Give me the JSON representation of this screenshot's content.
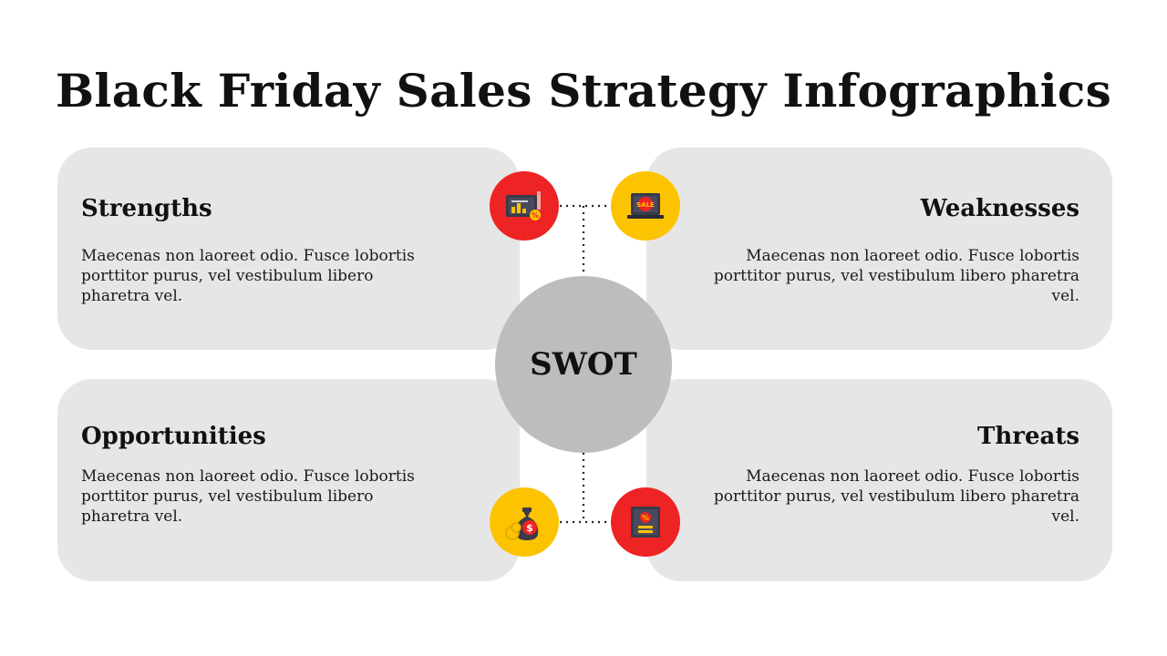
{
  "title": "Black Friday Sales Strategy Infographics",
  "center": {
    "label": "SWOT"
  },
  "cards": {
    "strengths": {
      "heading": "Strengths",
      "body": "Maecenas non laoreet odio. Fusce lobortis porttitor purus, vel vestibulum libero pharetra vel.",
      "icon": "sales-chart-icon"
    },
    "weaknesses": {
      "heading": "Weaknesses",
      "body": "Maecenas non laoreet odio. Fusce lobortis porttitor purus, vel vestibulum libero pharetra vel.",
      "icon": "laptop-sale-icon",
      "icon_text": "SALE"
    },
    "opportunities": {
      "heading": "Opportunities",
      "body": "Maecenas non laoreet odio. Fusce lobortis porttitor purus, vel vestibulum libero pharetra vel.",
      "icon": "money-bag-icon"
    },
    "threats": {
      "heading": "Threats",
      "body": "Maecenas non laoreet odio. Fusce lobortis porttitor purus, vel vestibulum libero pharetra vel.",
      "icon": "discount-coupon-icon"
    }
  },
  "colors": {
    "card_bg": "#e6e6e6",
    "center_bg": "#bdbdbd",
    "red": "#ee2324",
    "yellow": "#fcc300"
  }
}
